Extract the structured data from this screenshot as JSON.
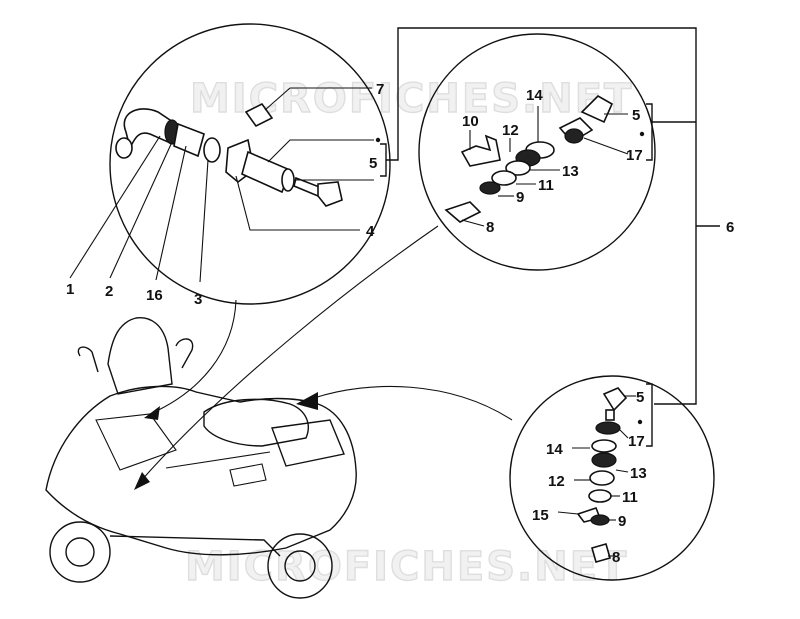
{
  "watermark": "MICROFICHES.NET",
  "labels": {
    "c1_7": "7",
    "c1_5": "5",
    "c1_4": "4",
    "c1_1": "1",
    "c1_2": "2",
    "c1_16": "16",
    "c1_3": "3",
    "c2_14": "14",
    "c2_10": "10",
    "c2_12": "12",
    "c2_5": "5",
    "c2_17": "17",
    "c2_13": "13",
    "c2_11": "11",
    "c2_9": "9",
    "c2_8": "8",
    "c3_5": "5",
    "c3_17": "17",
    "c3_14": "14",
    "c3_13": "13",
    "c3_12": "12",
    "c3_11": "11",
    "c3_15": "15",
    "c3_9": "9",
    "c3_8": "8",
    "c_6": "6"
  }
}
